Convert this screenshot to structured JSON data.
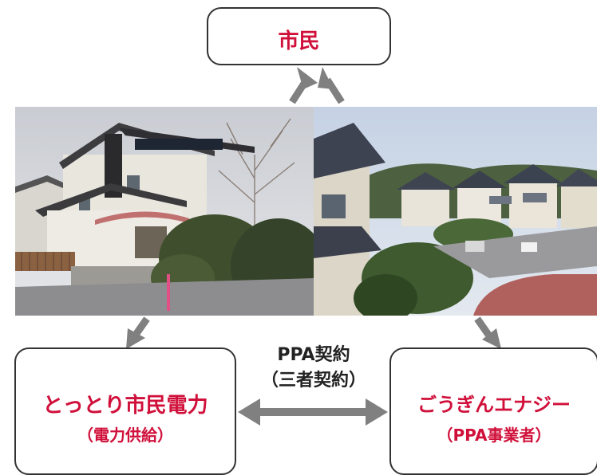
{
  "top_box": {
    "label": "市民"
  },
  "left_box": {
    "name": "とっとり市民電力",
    "role": "（電力供給）"
  },
  "right_box": {
    "name": "ごうぎんエナジー",
    "role": "（PPA事業者）"
  },
  "contract": {
    "line1": "PPA契約",
    "line2": "（三者契約）"
  },
  "colors": {
    "accent": "#d0103a",
    "arrow": "#808080",
    "border": "#333333"
  }
}
